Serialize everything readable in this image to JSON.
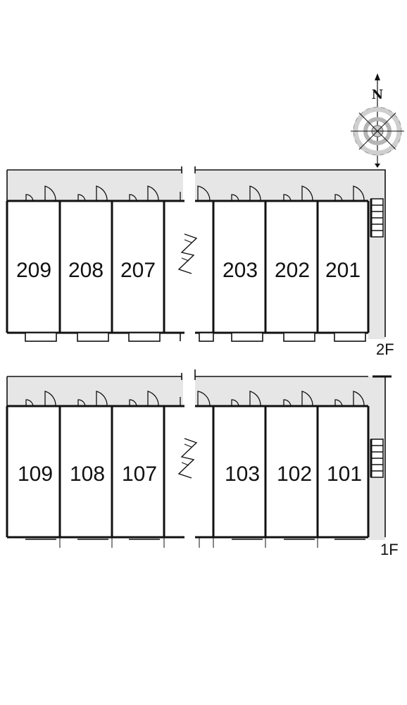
{
  "compass": {
    "north_label": "N",
    "icon": "compass-rose-icon"
  },
  "colors": {
    "corridor": "#e6e6e6",
    "wall": "#111111",
    "background": "#ffffff"
  },
  "floors": [
    {
      "label": "2F",
      "units": [
        "209",
        "208",
        "207",
        "203",
        "202",
        "201"
      ]
    },
    {
      "label": "1F",
      "units": [
        "109",
        "108",
        "107",
        "103",
        "102",
        "101"
      ]
    }
  ]
}
